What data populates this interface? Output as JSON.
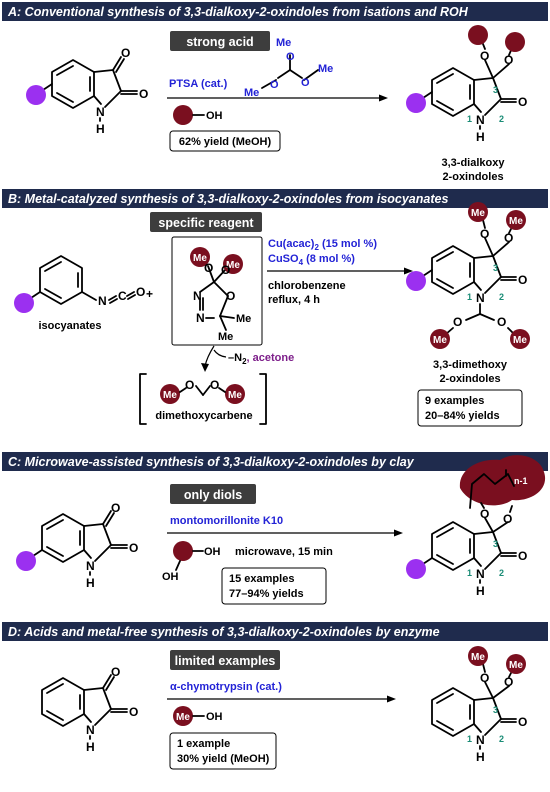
{
  "colors": {
    "banner": "#1f2b4d",
    "tag": "#3d3d3d",
    "reagent_blue": "#2323d6",
    "purple": "#9b30f0",
    "maroon": "#7a0f1f",
    "position_green": "#1a8c76"
  },
  "sections": [
    {
      "title": "A: Conventional synthesis of 3,3-dialkoxy-2-oxindoles from isations and ROH",
      "tag": "strong acid",
      "reagent": "PTSA (cat.)",
      "reagent_me1": "Me",
      "reagent_me2": "Me",
      "reagent_me3": "Me",
      "alcohol_oh": "OH",
      "yield": "62% yield (MeOH)",
      "product_line1": "3,3-dialkoxy",
      "product_line2": "2-oxindoles"
    },
    {
      "title": "B: Metal-catalyzed synthesis of 3,3-dialkoxy-2-oxindoles from isocyanates",
      "tag": "specific reagent",
      "substrate_label": "isocyanates",
      "plus": "+",
      "catalyst_1": "Cu(acac)",
      "catalyst_1_sub": "2",
      "catalyst_1_tail": " (15 mol %)",
      "catalyst_2": "CuSO",
      "catalyst_2_sub": "4",
      "catalyst_2_tail": " (8 mol %)",
      "solvent": "chlorobenzene",
      "conditions": "reflux, 4 h",
      "byproduct_n2": "–N",
      "byproduct_n2_sub": "2",
      "byproduct_acetone": ", acetone",
      "carbene_label": "dimethoxycarbene",
      "product_line1": "3,3-dimethoxy",
      "product_line2": "2-oxindoles",
      "examples": "9 examples",
      "yields": "20–84% yields"
    },
    {
      "title": "C: Microwave-assisted synthesis of 3,3-dialkoxy-2-oxindoles by clay",
      "tag": "only diols",
      "reagent": "montomorillonite K10",
      "conditions": "microwave, 15 min",
      "diol_oh_top": "OH",
      "diol_oh_bottom": "OH",
      "ring_index": "n-1",
      "examples": "15 examples",
      "yields": "77–94% yields"
    },
    {
      "title": "D: Acids and metal-free synthesis of 3,3-dialkoxy-2-oxindoles by enzyme",
      "tag": "limited examples",
      "reagent": "α-chymotrypsin (cat.)",
      "alcohol_me": "Me",
      "alcohol_oh": "OH",
      "examples": "1 example",
      "yield": "30% yield (MeOH)"
    }
  ],
  "atoms": {
    "O": "O",
    "N": "N",
    "H": "H",
    "C": "C",
    "Me": "Me",
    "pos1": "1",
    "pos2": "2",
    "pos3": "3"
  }
}
